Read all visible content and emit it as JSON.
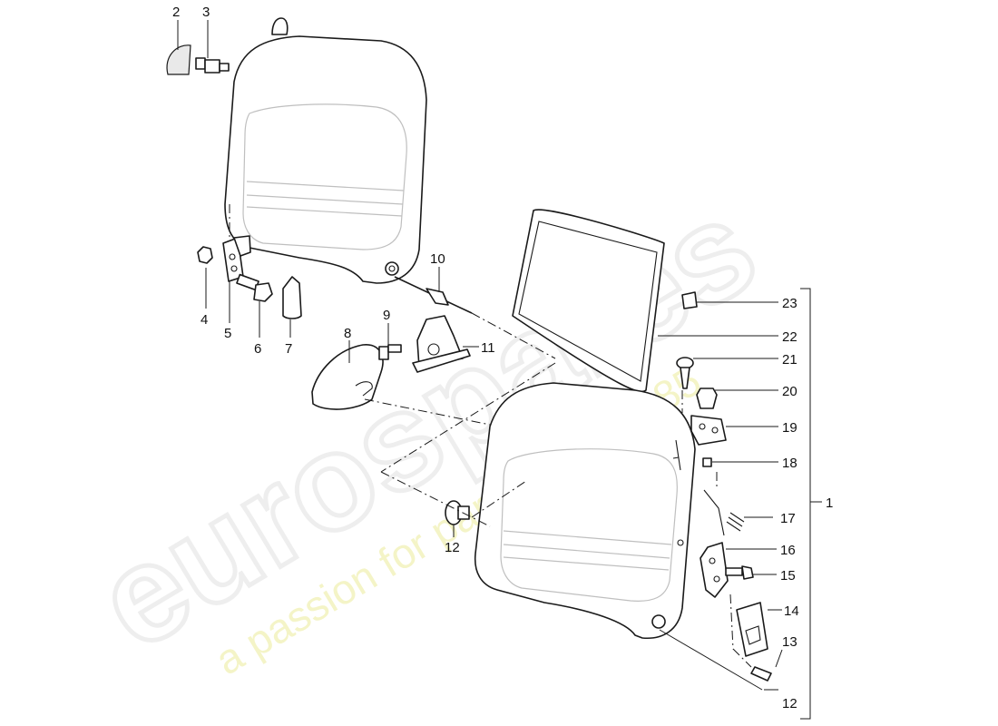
{
  "watermark": {
    "brand": "eurospares",
    "tagline": "a passion for parts since 1985"
  },
  "callouts": {
    "c1": "1",
    "c2": "2",
    "c3": "3",
    "c4": "4",
    "c5": "5",
    "c6": "6",
    "c7": "7",
    "c8": "8",
    "c9": "9",
    "c10": "10",
    "c11": "11",
    "c12a": "12",
    "c12b": "12",
    "c13": "13",
    "c14": "14",
    "c15": "15",
    "c16": "16",
    "c17": "17",
    "c18": "18",
    "c19": "19",
    "c20": "20",
    "c21": "21",
    "c22": "22",
    "c23": "23"
  }
}
